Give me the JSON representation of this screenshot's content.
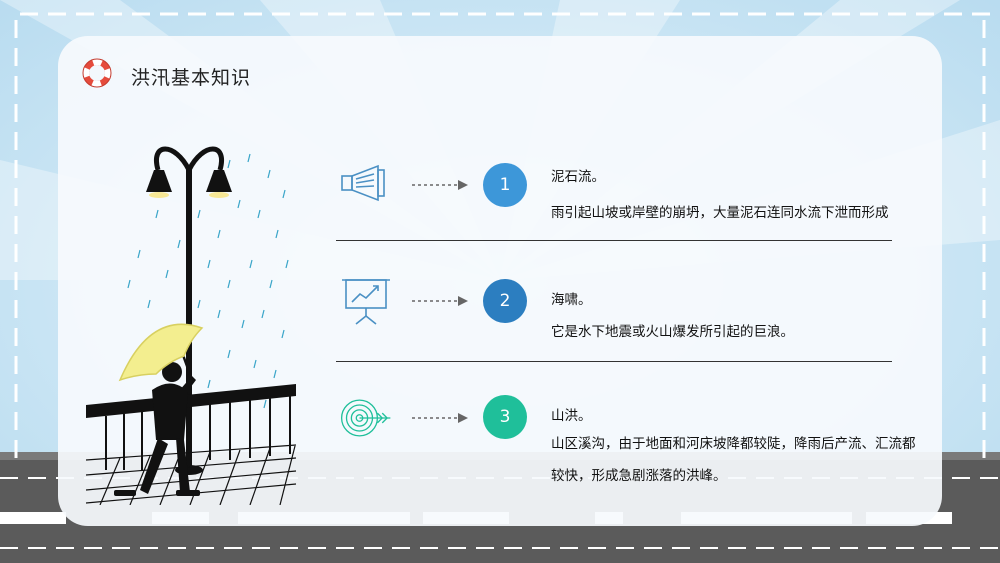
{
  "header": {
    "title": "洪汛基本知识",
    "icon": "lifebuoy-icon"
  },
  "colors": {
    "sky": "#c9e5f5",
    "card": "#f6fafd",
    "accent_1": "#3d97d9",
    "accent_2": "#2c7ec0",
    "accent_3": "#1fbf9a",
    "icon_stroke": "#4a90c4",
    "road": "#5b5b5b"
  },
  "items": [
    {
      "number": "1",
      "title": "泥石流。",
      "desc": "雨引起山坡或岸壁的崩坍，大量泥石连同水流下泄而形成",
      "icon": "megaphone-icon"
    },
    {
      "number": "2",
      "title": "海啸。",
      "desc": "它是水下地震或火山爆发所引起的巨浪。",
      "icon": "presentation-chart-icon"
    },
    {
      "number": "3",
      "title": "山洪。",
      "desc": "山区溪沟，由于地面和河床坡降都较陡，降雨后产流、汇流都较快，形成急剧涨落的洪峰。",
      "icon": "target-icon"
    }
  ]
}
